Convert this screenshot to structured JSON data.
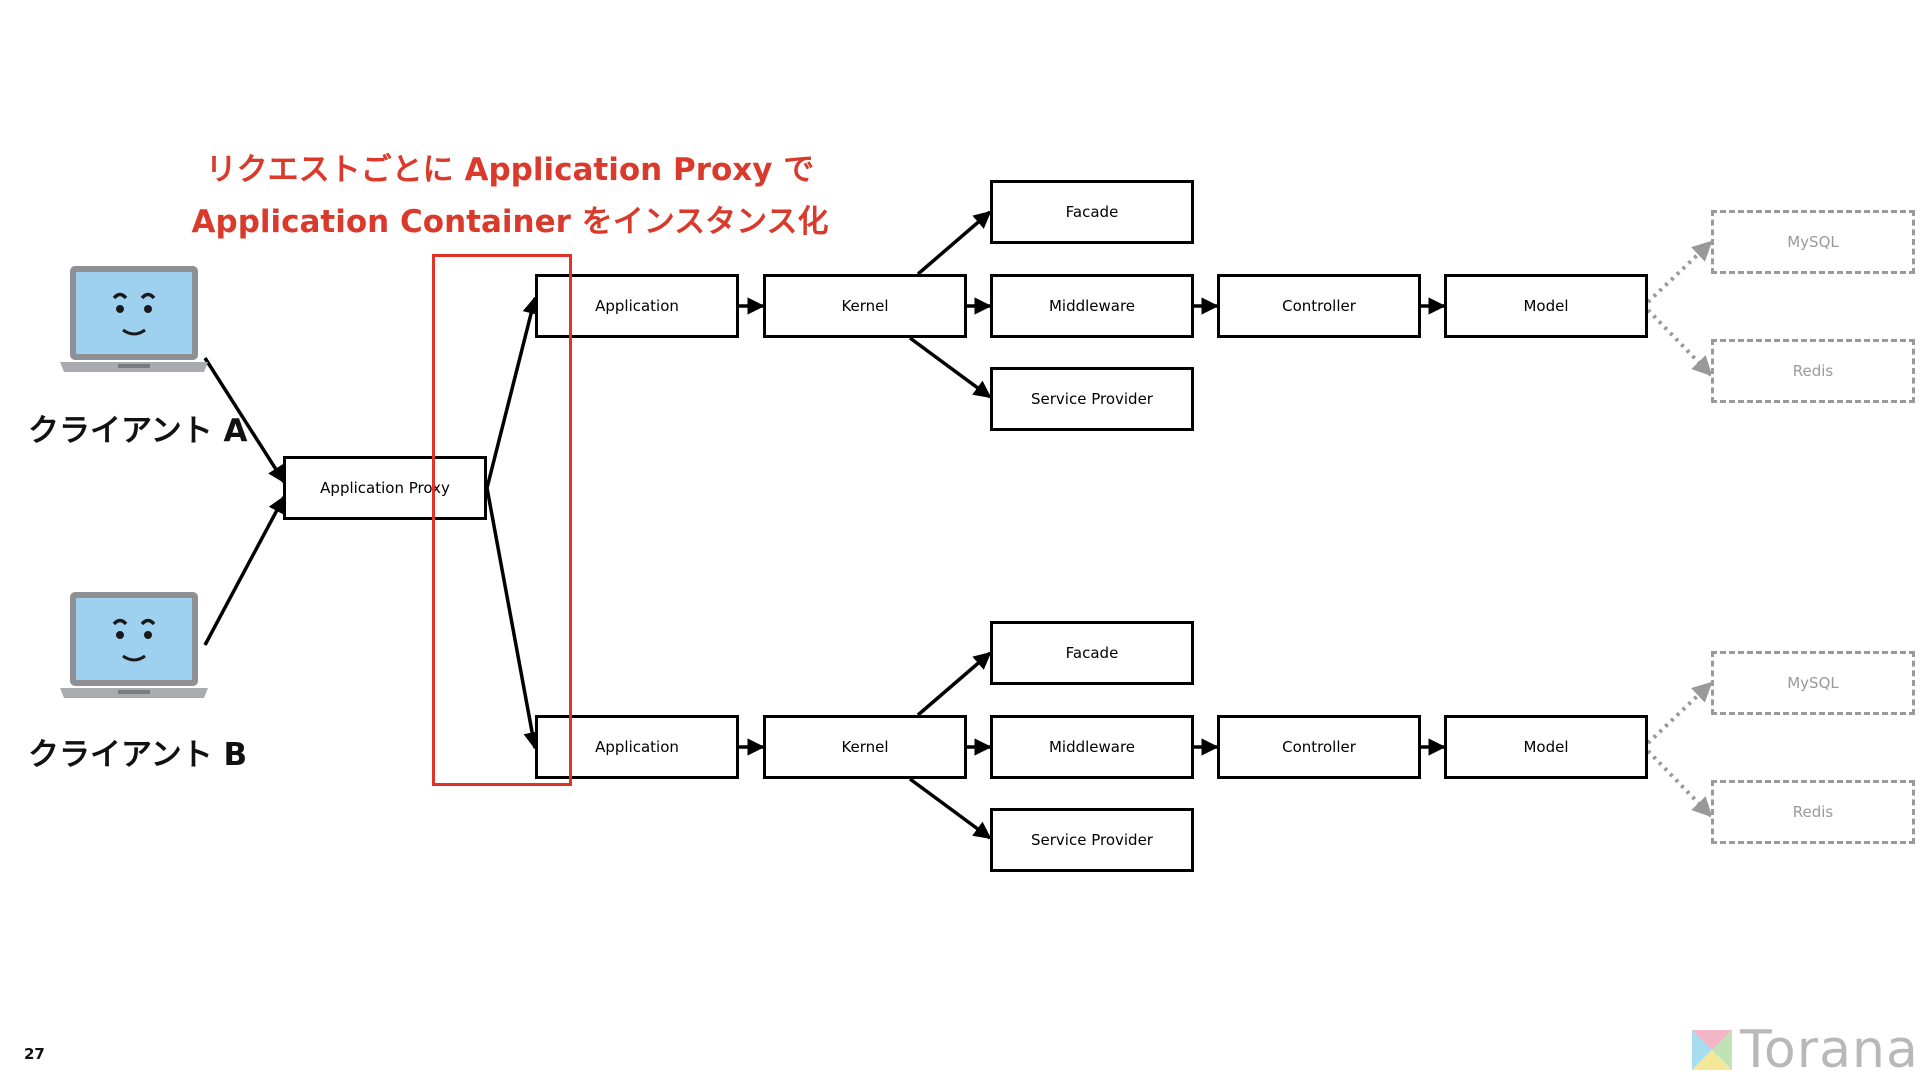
{
  "heading": {
    "line1": "リクエストごとに Application Proxy で",
    "line2": "Application Container をインスタンス化"
  },
  "clients": [
    {
      "label": "クライアント A"
    },
    {
      "label": "クライアント B"
    }
  ],
  "proxy": {
    "label": "Application Proxy"
  },
  "instances": [
    {
      "application": "Application",
      "kernel": "Kernel",
      "facade": "Facade",
      "middleware": "Middleware",
      "service_provider": "Service Provider",
      "controller": "Controller",
      "model": "Model",
      "mysql": "MySQL",
      "redis": "Redis"
    },
    {
      "application": "Application",
      "kernel": "Kernel",
      "facade": "Facade",
      "middleware": "Middleware",
      "service_provider": "Service Provider",
      "controller": "Controller",
      "model": "Model",
      "mysql": "MySQL",
      "redis": "Redis"
    }
  ],
  "footer": {
    "page_number": "27",
    "brand": "Torana"
  },
  "colors": {
    "accent_red": "#d93a2b",
    "ghost_gray": "#9a9a9a",
    "laptop_screen": "#9ed0ef"
  }
}
